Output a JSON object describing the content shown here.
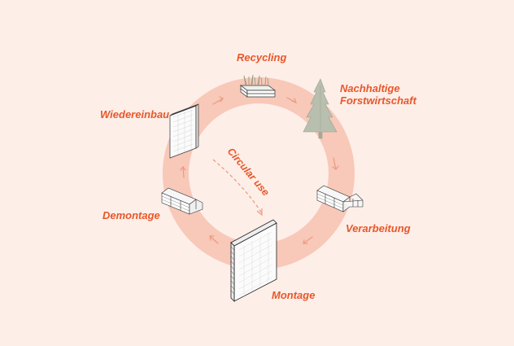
{
  "diagram": {
    "stages": [
      {
        "id": "recycling",
        "label": "Recycling"
      },
      {
        "id": "forestry",
        "label": "Nachhaltige\nForstwirtschaft"
      },
      {
        "id": "processing",
        "label": "Verarbeitung"
      },
      {
        "id": "assembly",
        "label": "Montage"
      },
      {
        "id": "disassembly",
        "label": "Demontage"
      },
      {
        "id": "reinstall",
        "label": "Wiedereinbau"
      }
    ],
    "center_label": "Circular use"
  },
  "colors": {
    "background": "#fdeee8",
    "ring": "#f8c8b8",
    "accent": "#e8572a",
    "tree": "#b8bfae",
    "arrow": "#ec9a80"
  },
  "icons": [
    "timber-stack-icon",
    "tree-icon",
    "clt-stack-icon",
    "wall-panel-icon",
    "clt-stack-icon",
    "wall-panel-icon"
  ]
}
